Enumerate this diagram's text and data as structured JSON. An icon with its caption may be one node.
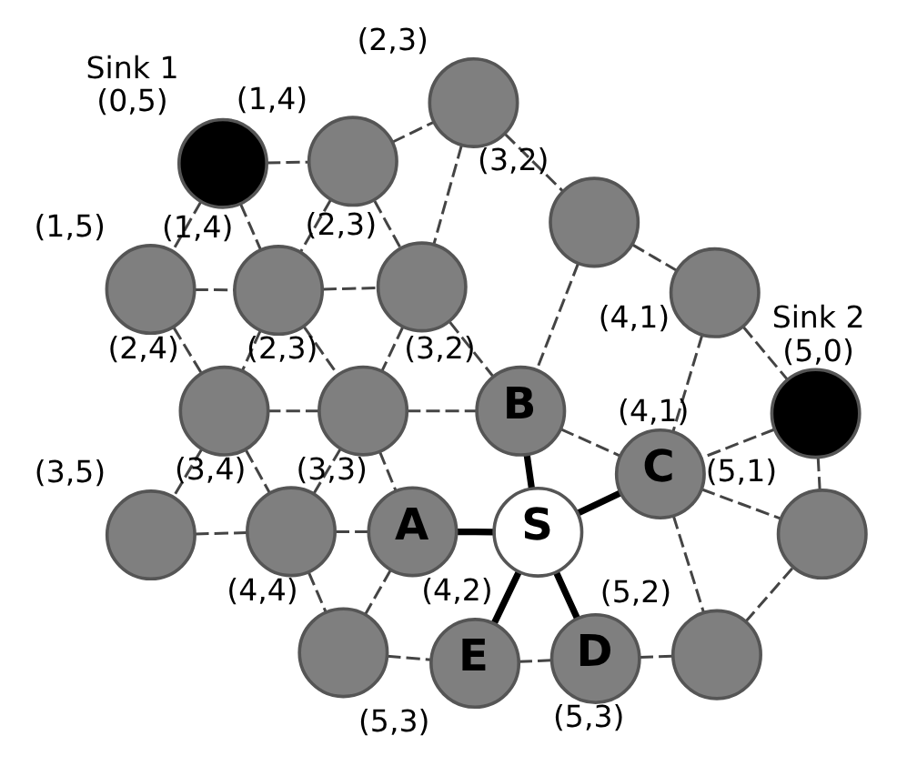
{
  "diagram": {
    "nodes": [
      {
        "text": [],
        "shape": "circle",
        "beside": [
          "Sink 1",
          "(0,5)"
        ]
      },
      {
        "text": [],
        "shape": "circle",
        "beside": [
          "(1,4)"
        ]
      },
      {
        "text": [],
        "shape": "circle",
        "beside": [
          "(2,3)"
        ]
      },
      {
        "text": [],
        "shape": "circle",
        "beside": [
          "(3,2)"
        ]
      },
      {
        "text": [],
        "shape": "circle",
        "beside": [
          "(4,1)"
        ]
      },
      {
        "text": [],
        "shape": "circle",
        "beside": [
          "Sink 2",
          "(5,0)"
        ]
      },
      {
        "text": [],
        "shape": "circle",
        "beside": [
          "(1,5)"
        ]
      },
      {
        "text": [],
        "shape": "circle",
        "beside": [
          "(1,4)"
        ]
      },
      {
        "text": [],
        "shape": "circle",
        "beside": [
          "(2,3)"
        ]
      },
      {
        "text": [
          "B"
        ],
        "beside": [
          "(3,2)"
        ]
      },
      {
        "text": [
          "C"
        ],
        "beside": [
          "(4,1)"
        ]
      },
      {
        "text": [],
        "shape": "circle",
        "beside": [
          "(5,1)"
        ]
      },
      {
        "text": [],
        "shape": "circle",
        "beside": [
          "(2,3)"
        ]
      },
      {
        "text": [],
        "shape": "circle",
        "beside": [
          "(2,4)"
        ]
      },
      {
        "text": [
          "S"
        ],
        "beside": [
          "(4,2)"
        ]
      },
      {
        "text": [],
        "shape": "circle",
        "beside": [
          "(5,2)"
        ]
      },
      {
        "text": [
          "A"
        ],
        "beside": [
          "(3,3)"
        ]
      },
      {
        "text": [
          "D"
        ],
        "beside": [
          "(5,3)"
        ]
      },
      {
        "text": [],
        "shape": "circle",
        "beside": [
          "(3,5)"
        ]
      },
      {
        "text": [],
        "shape": "circle",
        "beside": [
          "(3,4)"
        ]
      },
      {
        "text": [],
        "shape": "circle",
        "beside": [
          "(4,4)"
        ]
      },
      {
        "text": [
          "E"
        ],
        "beside": [
          "(5,3)"
        ]
      }
    ],
    "edges": [
      {
        "from": 0,
        "to": 1,
        "arrow": "none",
        "style": "dashed"
      },
      {
        "from": 0,
        "to": 6,
        "arrow": "none",
        "style": "dashed"
      },
      {
        "from": 0,
        "to": 7,
        "arrow": "none",
        "style": "dashed"
      },
      {
        "from": 1,
        "to": 2,
        "arrow": "none",
        "style": "dashed"
      },
      {
        "from": 1,
        "to": 7,
        "arrow": "none",
        "style": "dashed"
      },
      {
        "from": 1,
        "to": 8,
        "arrow": "none",
        "style": "dashed"
      },
      {
        "from": 2,
        "to": 8,
        "arrow": "none",
        "style": "dashed"
      },
      {
        "from": 2,
        "to": 3,
        "arrow": "none",
        "style": "dashed"
      },
      {
        "from": 3,
        "to": 4,
        "arrow": "none",
        "style": "dashed"
      },
      {
        "from": 3,
        "to": 9,
        "arrow": "none",
        "style": "dashed"
      },
      {
        "from": 4,
        "to": 5,
        "arrow": "none",
        "style": "dashed"
      },
      {
        "from": 4,
        "to": 10,
        "arrow": "none",
        "style": "dashed"
      },
      {
        "from": 5,
        "to": 10,
        "arrow": "none",
        "style": "dashed"
      },
      {
        "from": 5,
        "to": 11,
        "arrow": "none",
        "style": "dashed"
      },
      {
        "from": 6,
        "to": 7,
        "arrow": "none",
        "style": "dashed"
      },
      {
        "from": 6,
        "to": 13,
        "arrow": "none",
        "style": "dashed"
      },
      {
        "from": 7,
        "to": 8,
        "arrow": "none",
        "style": "dashed"
      },
      {
        "from": 7,
        "to": 13,
        "arrow": "none",
        "style": "dashed"
      },
      {
        "from": 7,
        "to": 12,
        "arrow": "none",
        "style": "dashed"
      },
      {
        "from": 8,
        "to": 12,
        "arrow": "none",
        "style": "dashed"
      },
      {
        "from": 8,
        "to": 9,
        "arrow": "none",
        "style": "dashed"
      },
      {
        "from": 12,
        "to": 9,
        "arrow": "none",
        "style": "dashed"
      },
      {
        "from": 9,
        "to": 10,
        "arrow": "none",
        "style": "dashed"
      },
      {
        "from": 10,
        "to": 11,
        "arrow": "none",
        "style": "dashed"
      },
      {
        "from": 10,
        "to": 15,
        "arrow": "none",
        "style": "dashed"
      },
      {
        "from": 11,
        "to": 15,
        "arrow": "none",
        "style": "dashed"
      },
      {
        "from": 12,
        "to": 13,
        "arrow": "none",
        "style": "dashed"
      },
      {
        "from": 12,
        "to": 16,
        "arrow": "none",
        "style": "dashed"
      },
      {
        "from": 12,
        "to": 19,
        "arrow": "none",
        "style": "dashed"
      },
      {
        "from": 13,
        "to": 18,
        "arrow": "none",
        "style": "dashed"
      },
      {
        "from": 13,
        "to": 19,
        "arrow": "none",
        "style": "dashed"
      },
      {
        "from": 18,
        "to": 19,
        "arrow": "none",
        "style": "dashed"
      },
      {
        "from": 19,
        "to": 16,
        "arrow": "none",
        "style": "dashed"
      },
      {
        "from": 19,
        "to": 20,
        "arrow": "none",
        "style": "dashed"
      },
      {
        "from": 16,
        "to": 20,
        "arrow": "none",
        "style": "dashed"
      },
      {
        "from": 20,
        "to": 21,
        "arrow": "none",
        "style": "dashed"
      },
      {
        "from": 15,
        "to": 17,
        "arrow": "none",
        "style": "dashed"
      },
      {
        "from": 17,
        "to": 21,
        "arrow": "none",
        "style": "dashed"
      },
      {
        "from": 14,
        "to": 9,
        "arrow": "none",
        "style": "thick"
      },
      {
        "from": 14,
        "to": 10,
        "arrow": "none",
        "style": "thick"
      },
      {
        "from": 14,
        "to": 16,
        "arrow": "none",
        "style": "thick"
      },
      {
        "from": 14,
        "to": 17,
        "arrow": "none",
        "style": "thick"
      },
      {
        "from": 14,
        "to": 21,
        "arrow": "none",
        "style": "thick"
      }
    ]
  }
}
